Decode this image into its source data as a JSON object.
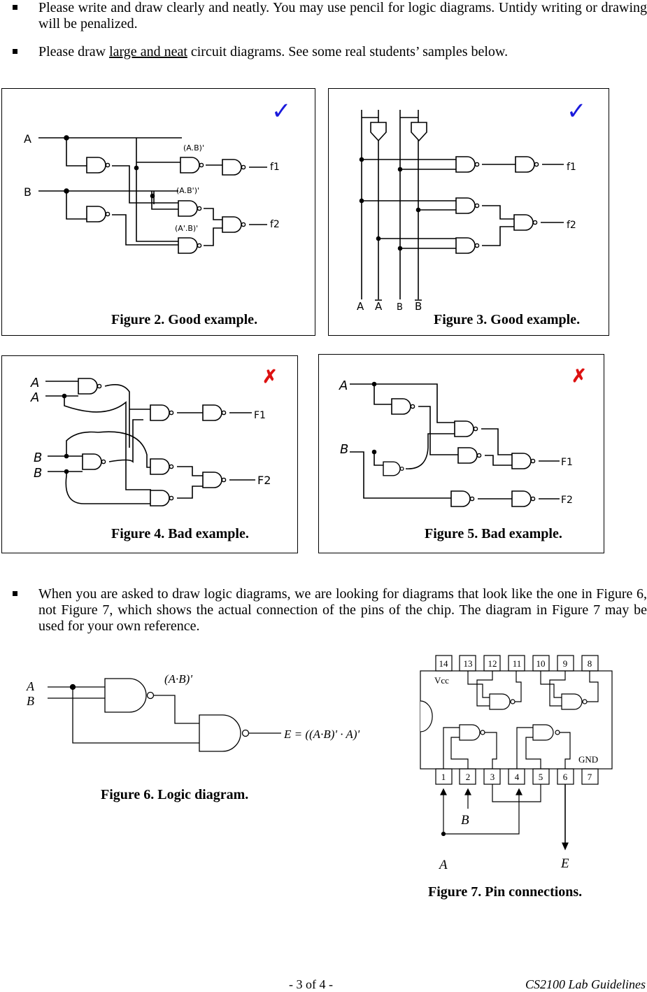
{
  "bullets": {
    "b1": "Please write and draw clearly and neatly.  You may use pencil for logic diagrams.  Untidy writing or drawing will be penalized.",
    "b2_pre": "Please draw ",
    "b2_u": "large and neat",
    "b2_post": " circuit diagrams. See some real students’ samples below.",
    "b3": "When you are asked to draw logic diagrams, we are looking for diagrams that look like the one in Figure 6, not Figure 7, which shows the actual connection of the pins of the chip.  The diagram in Figure 7 may be used for your own reference."
  },
  "figures": {
    "fig2": {
      "caption": "Figure 2. Good example.",
      "mark": "✓",
      "labels": {
        "a": "A",
        "b": "B",
        "t1": "(A.B)'",
        "t2": "(A.B')'",
        "t3": "(A'.B)'",
        "f1": "f1",
        "f2": "f2"
      }
    },
    "fig3": {
      "caption": "Figure 3. Good example.",
      "mark": "✓",
      "labels": {
        "a": "A",
        "abar": "A",
        "b": "B",
        "bbar": "B",
        "f1": "f1",
        "f2": "f2"
      }
    },
    "fig4": {
      "caption": "Figure 4. Bad example.",
      "mark": "✗",
      "labels": {
        "a1": "A",
        "a2": "A",
        "b1": "B",
        "b2": "B",
        "f1": "F1",
        "f2": "F2"
      }
    },
    "fig5": {
      "caption": "Figure 5. Bad example.",
      "mark": "✗",
      "labels": {
        "a": "A",
        "b": "B",
        "f1": "F1",
        "f2": "F2"
      }
    },
    "fig6": {
      "caption": "Figure 6. Logic diagram.",
      "a": "A",
      "b": "B",
      "mid": "(A·B)'",
      "out": "E = ((A·B)' · A)'"
    },
    "fig7": {
      "caption": "Figure 7. Pin connections.",
      "vcc": "Vcc",
      "gnd": "GND",
      "top_pins": [
        "14",
        "13",
        "12",
        "11",
        "10",
        "9",
        "8"
      ],
      "bottom_pins": [
        "1",
        "2",
        "3",
        "4",
        "5",
        "6",
        "7"
      ],
      "a": "A",
      "b": "B",
      "e": "E"
    }
  },
  "footer": {
    "page": "- 3 of 4 -",
    "title": "CS2100 Lab Guidelines"
  },
  "colors": {
    "check": "#1a1adc",
    "cross": "#dd1111"
  }
}
